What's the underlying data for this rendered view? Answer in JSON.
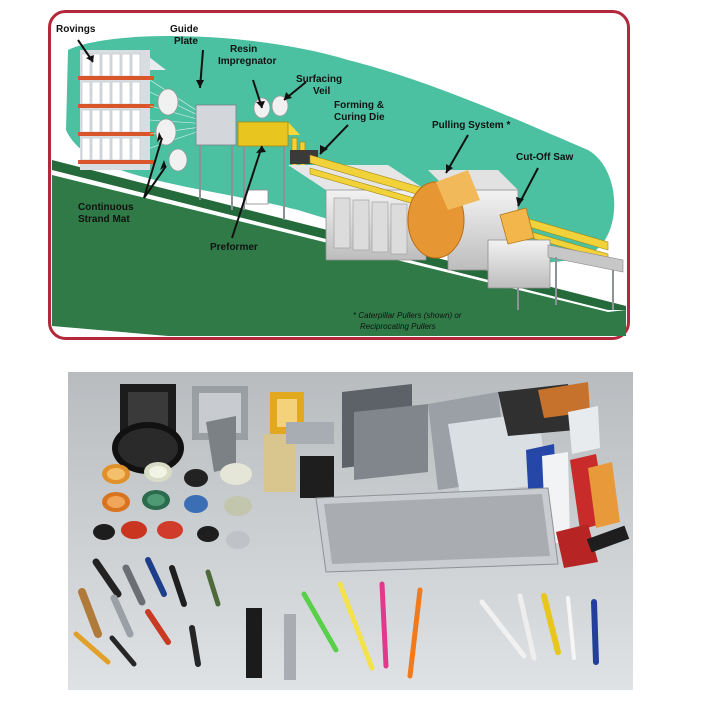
{
  "diagram": {
    "labels": {
      "rovings": "Rovings",
      "guide_plate_1": "Guide",
      "guide_plate_2": "Plate",
      "resin_1": "Resin",
      "resin_2": "Impregnator",
      "veil_1": "Surfacing",
      "veil_2": "Veil",
      "die_1": "Forming &",
      "die_2": "Curing Die",
      "pulling": "Pulling System *",
      "saw": "Cut-Off Saw",
      "mat_1": "Continuous",
      "mat_2": "Strand Mat",
      "preformer": "Preformer"
    },
    "footnote_1": "* Caterpillar Pullers (shown) or",
    "footnote_2": "Reciprocating Pullers",
    "colors": {
      "border": "#b3283a",
      "glow": "#4fc4a4",
      "floor": "#2f7a46",
      "profile": "#f2d23a",
      "puller": "#e69632"
    }
  },
  "photo": {
    "subject": "fiberglass-profile-samples"
  }
}
